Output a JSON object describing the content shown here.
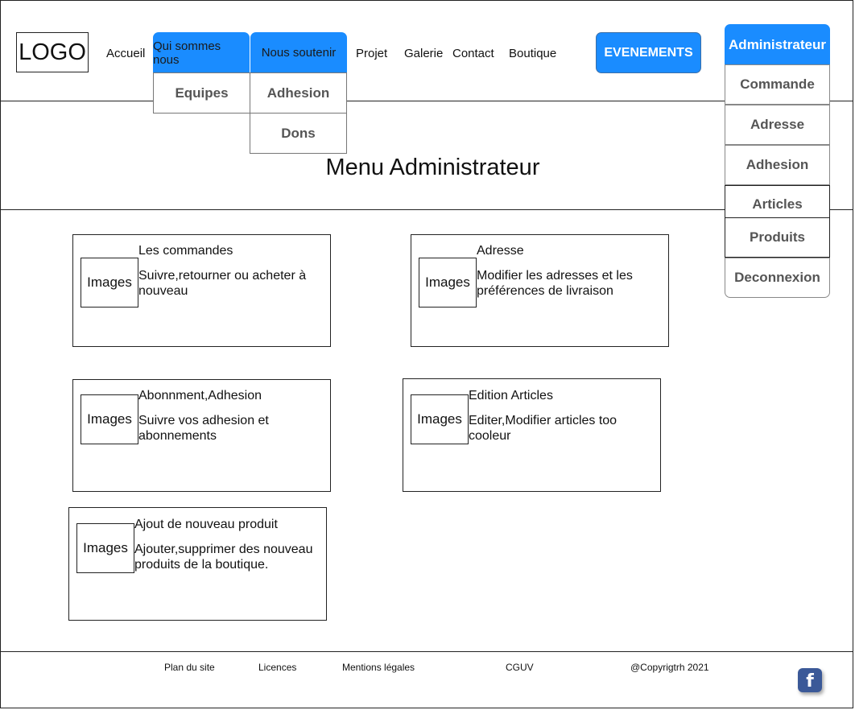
{
  "header": {
    "logo": "LOGO",
    "nav": {
      "accueil": "Accueil",
      "qui_sommes_nous": "Qui sommes nous",
      "nous_soutenir": "Nous soutenir",
      "projet": "Projet",
      "galerie": "Galerie",
      "contact": "Contact",
      "boutique": "Boutique"
    },
    "qui_dropdown": [
      "Equipes"
    ],
    "soutenir_dropdown": [
      "Adhesion",
      "Dons"
    ],
    "events_label": "EVENEMENTS"
  },
  "admin_menu": {
    "title": "Administrateur",
    "items": [
      "Commande",
      "Adresse",
      "Adhesion",
      "Articles",
      "Produits",
      "Deconnexion"
    ]
  },
  "page_title": "Menu Administrateur",
  "cards": [
    {
      "image_label": "Images",
      "title": "Les commandes",
      "desc": "Suivre,retourner ou acheter à nouveau"
    },
    {
      "image_label": "Images",
      "title": "Adresse",
      "desc": "Modifier les adresses et les préférences de livraison"
    },
    {
      "image_label": "Images",
      "title": "Abonnment,Adhesion",
      "desc": "Suivre vos adhesion et abonnements"
    },
    {
      "image_label": "Images",
      "title": "Edition Articles",
      "desc": "Editer,Modifier articles too cooleur"
    },
    {
      "image_label": "Images",
      "title": "Ajout de nouveau produit",
      "desc": "Ajouter,supprimer des nouveau produits de la boutique."
    }
  ],
  "footer": {
    "links": [
      "Plan du site",
      "Licences",
      "Mentions légales",
      "CGUV"
    ],
    "copyright": "@Copyrigtrh 2021",
    "facebook_glyph": "f"
  },
  "colors": {
    "accent": "#1a8cff",
    "facebook": "#3b5998"
  }
}
